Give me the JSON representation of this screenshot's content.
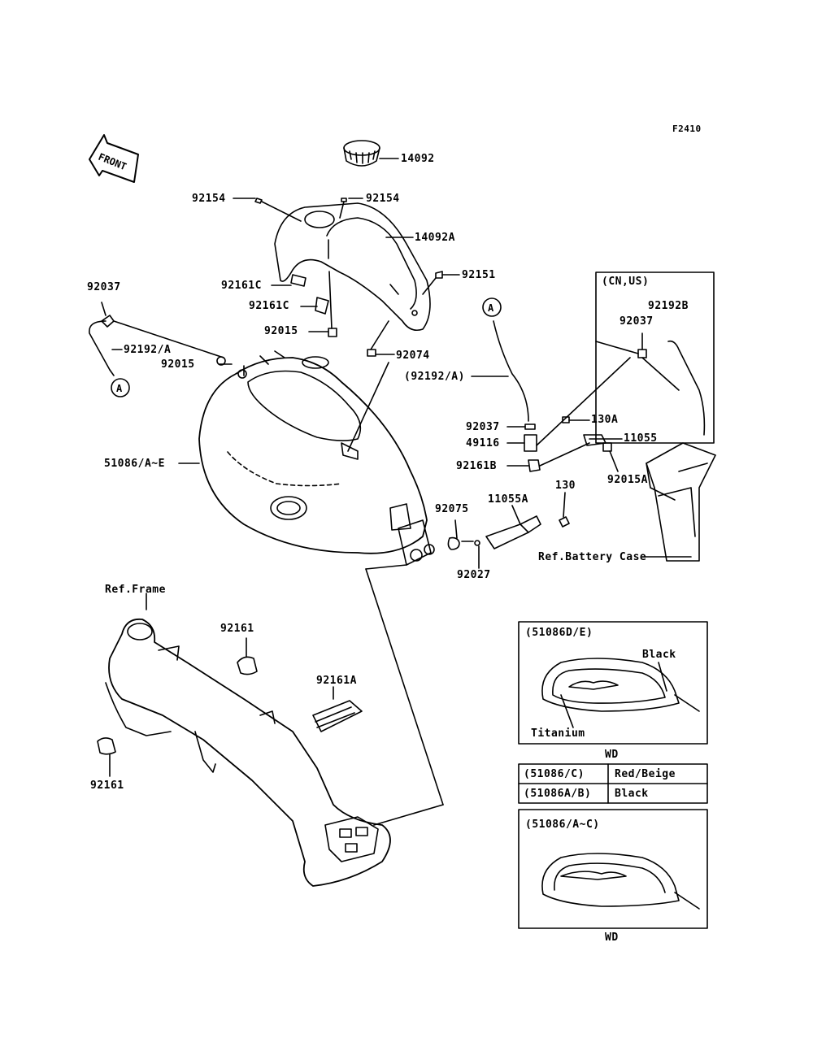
{
  "figure_code": "F2410",
  "front_arrow": "FRONT",
  "callout_marker": "A",
  "part_labels": {
    "p14092": "14092",
    "p14092a": "14092A",
    "p92154_left": "92154",
    "p92154_right": "92154",
    "p92151": "92151",
    "p92161c_1": "92161C",
    "p92161c_2": "92161C",
    "p92015_top": "92015",
    "p92015_left": "92015",
    "p92074": "92074",
    "p92037_left": "92037",
    "p92192a": "92192/A",
    "p51086": "51086/A~E",
    "p92192a_paren": "(92192/A)",
    "p92037_mid": "92037",
    "p49116": "49116",
    "p92161b": "92161B",
    "p130a": "130A",
    "p11055": "11055",
    "p92015a": "92015A",
    "p130": "130",
    "p11055a": "11055A",
    "p92075": "92075",
    "p92027": "92027",
    "ref_battery": "Ref.Battery Case",
    "ref_frame": "Ref.Frame",
    "p92161_top": "92161",
    "p92161_bottom": "92161",
    "p92161a": "92161A",
    "cn_us": "(CN,US)",
    "p92192b": "92192B",
    "p92037_right": "92037"
  },
  "variant_box_1": {
    "title": "(51086D/E)",
    "color_a": "Black",
    "color_b": "Titanium",
    "caption": "WD"
  },
  "color_table": [
    {
      "model": "(51086/C)",
      "color": "Red/Beige"
    },
    {
      "model": "(51086A/B)",
      "color": "Black"
    }
  ],
  "variant_box_2": {
    "title": "(51086/A~C)",
    "caption": "WD"
  }
}
